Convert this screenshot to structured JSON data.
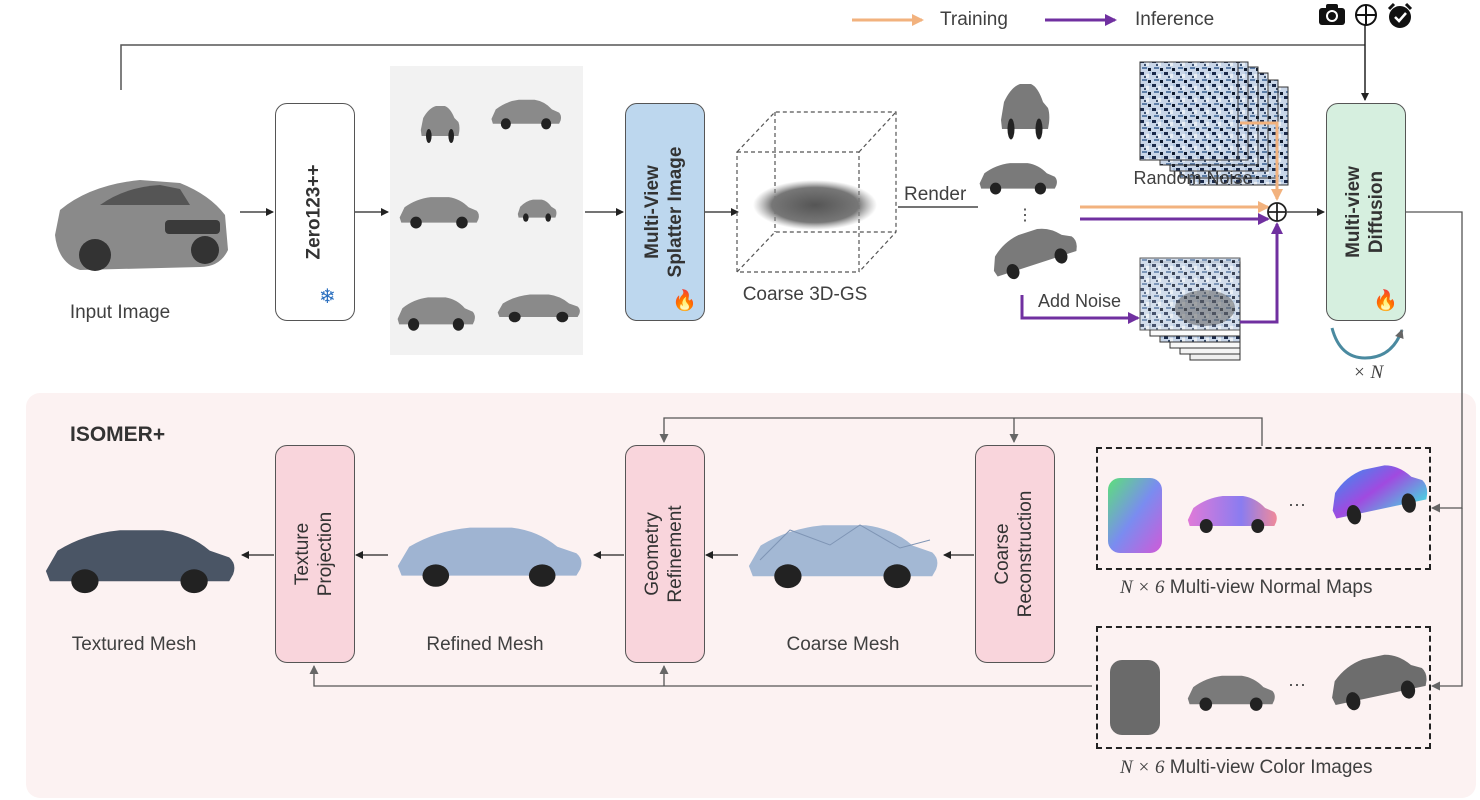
{
  "legend": {
    "training": "Training",
    "inference": "Inference"
  },
  "colors": {
    "training": "#f2b27e",
    "inference": "#7030a0",
    "zero_box": "#ffffff",
    "splatter_box": "#bdd7ee",
    "diffusion_box": "#d6efdf",
    "isomer_box": "#f9d5dc",
    "panel": "#fcf2f2"
  },
  "icons": [
    "camera-icon",
    "plus-circle-icon",
    "alarm-clock-icon",
    "snowflake-icon",
    "fire-icon"
  ],
  "top": {
    "input_label": "Input Image",
    "zero_box": "Zero123++",
    "splatter_box": [
      "Multi-View",
      "Splatter Image"
    ],
    "coarse_gs_label": "Coarse 3D-GS",
    "render_label": "Render",
    "dots": "⋮",
    "random_noise_label": "Random Noise",
    "add_noise_label": "Add Noise",
    "diffusion_box": [
      "Multi-view",
      "Diffusion"
    ],
    "times_n": "× N"
  },
  "bottom": {
    "panel_title": "ISOMER+",
    "texture_box": [
      "Texture",
      "Projection"
    ],
    "geometry_box": [
      "Geometry",
      "Refinement"
    ],
    "coarse_box": [
      "Coarse",
      "Reconstruction"
    ],
    "textured_label": "Textured  Mesh",
    "refined_label": "Refined Mesh",
    "coarse_label": "Coarse Mesh",
    "normal_caption_math": "N × 6",
    "normal_caption": " Multi-view Normal Maps",
    "color_caption_math": "N × 6",
    "color_caption": " Multi-view Color Images",
    "ellipsis": "···"
  }
}
